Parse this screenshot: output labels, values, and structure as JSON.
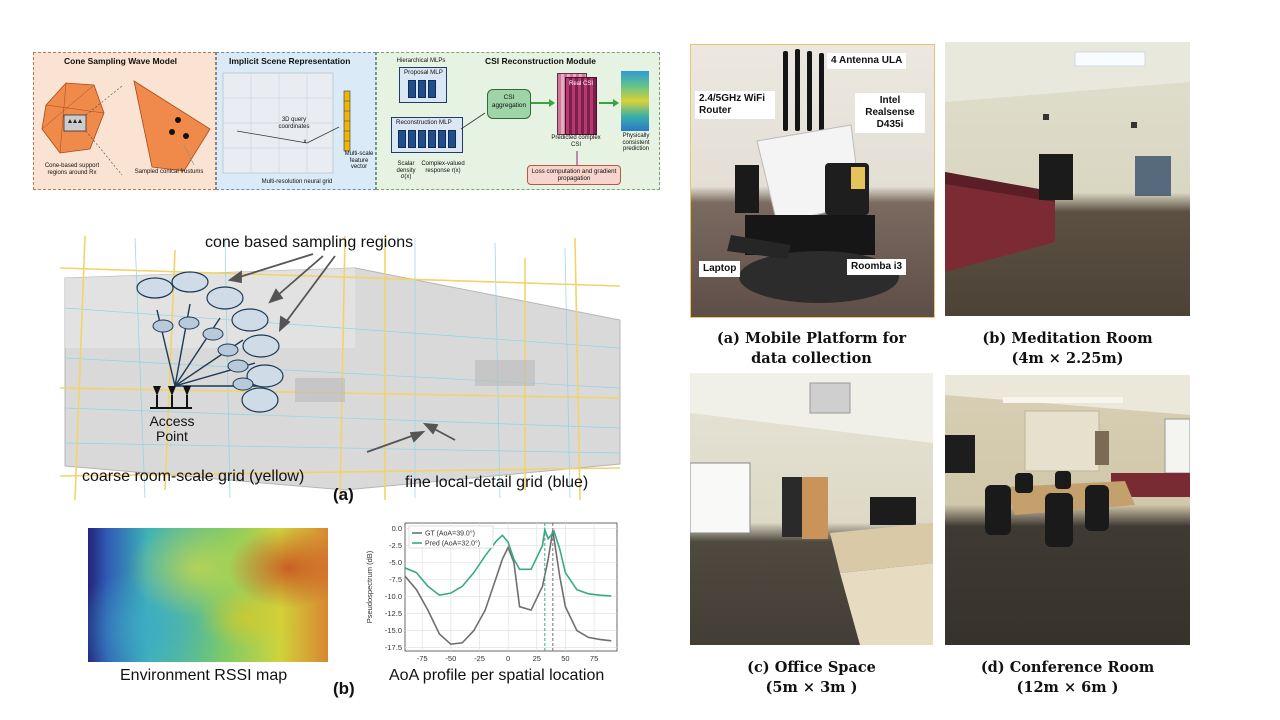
{
  "pipeline": {
    "cone": {
      "title": "Cone Sampling Wave Model",
      "label1": "Cone-based support regions around Rx",
      "label2": "Sampled conical frustums"
    },
    "implicit": {
      "title": "Implicit Scene Representation",
      "query": "3D query coordinates",
      "x": "x",
      "grid": "Multi-resolution neural grid",
      "feature": "Multi-scale feature vector"
    },
    "csi": {
      "title": "CSI Reconstruction Module",
      "hier": "Hierarchical MLPs",
      "proposal": "Proposal MLP",
      "recon": "Reconstruction MLP",
      "scalar": "Scalar density σ(x)",
      "complex": "Complex-valued response r(x)",
      "agg": "CSI aggregation",
      "realcsi": "Real CSI",
      "predicted": "Predicted complex CSI",
      "physical": "Physically consistent prediction",
      "loss": "Loss computation and gradient propagation"
    }
  },
  "scene": {
    "cone_label": "cone based sampling regions",
    "ap_label": "Access Point",
    "coarse_label": "coarse room-scale grid (yellow)",
    "fine_label": "fine local-detail grid (blue)",
    "fig_a": "(a)"
  },
  "bottom": {
    "rssi_label": "Environment RSSI map",
    "fig_b": "(b)",
    "aoa_label": "AoA profile per spatial location"
  },
  "chart_data": {
    "type": "line",
    "ylabel": "Pseudospectrum (dB)",
    "xlabel": "",
    "xlim": [
      -90,
      95
    ],
    "ylim": [
      -18,
      0.8
    ],
    "xticks": [
      -75,
      -50,
      -25,
      0,
      25,
      50,
      75
    ],
    "yticks": [
      0.0,
      -2.5,
      -5.0,
      -7.5,
      -10.0,
      -12.5,
      -15.0,
      -17.5
    ],
    "ytick_labels": [
      "0.0",
      "-2.5",
      "-5.0",
      "-7.5",
      "-10.0",
      "-12.5",
      "-15.0",
      "-17.5"
    ],
    "legend_position": "top-left",
    "grid": true,
    "series": [
      {
        "name": "GT (AoA=39.0°)",
        "color": "#6f6f6f",
        "x": [
          -90,
          -80,
          -70,
          -60,
          -50,
          -40,
          -30,
          -20,
          -10,
          -5,
          0,
          5,
          10,
          20,
          30,
          35,
          39,
          45,
          50,
          60,
          70,
          80,
          90
        ],
        "y": [
          -7.0,
          -9.0,
          -12.0,
          -15.5,
          -17.0,
          -16.8,
          -15.0,
          -12.0,
          -7.0,
          -4.5,
          -2.8,
          -5.0,
          -11.5,
          -12.0,
          -8.5,
          -4.5,
          -0.3,
          -7.0,
          -11.5,
          -15.0,
          -16.0,
          -16.3,
          -16.5
        ]
      },
      {
        "name": "Pred (AoA=32.0°)",
        "color": "#3aa98a",
        "x": [
          -90,
          -80,
          -70,
          -60,
          -50,
          -40,
          -30,
          -20,
          -10,
          -5,
          0,
          5,
          10,
          20,
          30,
          32,
          35,
          40,
          45,
          50,
          60,
          70,
          80,
          90
        ],
        "y": [
          -5.8,
          -6.5,
          -8.5,
          -9.8,
          -9.5,
          -8.5,
          -6.5,
          -4.0,
          -1.8,
          -1.0,
          -2.0,
          -4.5,
          -6.0,
          -6.0,
          -2.5,
          -0.2,
          -1.5,
          -0.4,
          -3.0,
          -6.5,
          -9.0,
          -9.6,
          -9.8,
          -9.9
        ]
      }
    ],
    "vlines": [
      {
        "x": 32,
        "color": "#3aa98a"
      },
      {
        "x": 39,
        "color": "#6f6f6f"
      }
    ]
  },
  "photos": {
    "platform": {
      "labels": {
        "antenna": "4 Antenna ULA",
        "router": "2.4/5GHz WiFi Router",
        "intel": "Intel Realsense D435i",
        "laptop": "Laptop",
        "roomba": "Roomba i3"
      },
      "caption_line1": "(a) Mobile Platform for",
      "caption_line2": "data collection"
    },
    "meditation": {
      "caption_line1": "(b) Meditation Room",
      "caption_line2": "(4m × 2.25m)"
    },
    "office": {
      "caption_line1": "(c) Office Space",
      "caption_line2": "(5m × 3m )"
    },
    "conference": {
      "caption_line1": "(d) Conference Room",
      "caption_line2": "(12m × 6m )"
    }
  }
}
